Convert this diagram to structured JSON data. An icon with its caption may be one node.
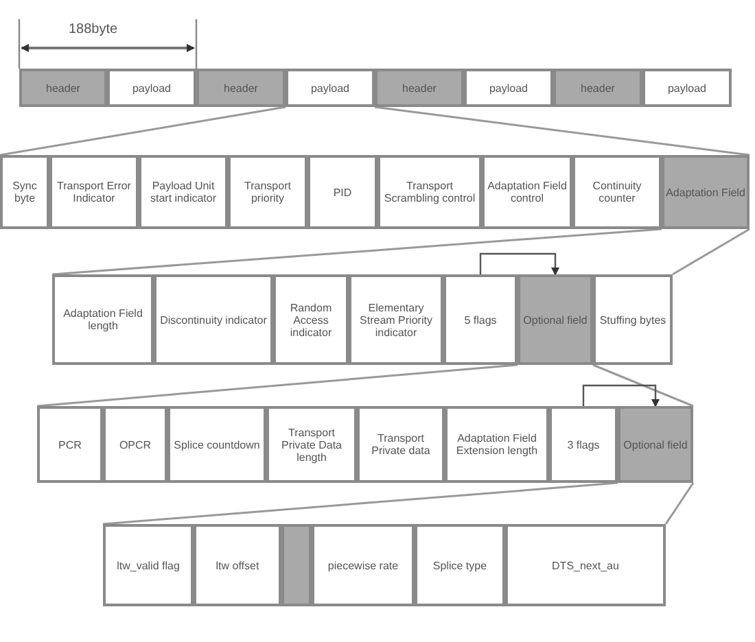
{
  "diagram": {
    "nodes": [
      {
        "text": [
          "header"
        ]
      },
      {
        "text": [
          "payload"
        ]
      },
      {
        "text": [
          "header"
        ]
      },
      {
        "text": [
          "payload"
        ]
      },
      {
        "text": [
          "header"
        ]
      },
      {
        "text": [
          "payload"
        ]
      },
      {
        "text": [
          "header"
        ]
      },
      {
        "text": [
          "payload"
        ]
      },
      {
        "text": [
          "Sync byte"
        ]
      },
      {
        "text": [
          "Transport Error Indicator"
        ]
      },
      {
        "text": [
          "Payload Unit start indicator"
        ]
      },
      {
        "text": [
          "Transport priority"
        ]
      },
      {
        "text": [
          "PID"
        ]
      },
      {
        "text": [
          "Transport Scrambling control"
        ]
      },
      {
        "text": [
          "Adaptation Field control"
        ]
      },
      {
        "text": [
          "Continuity counter"
        ]
      },
      {
        "text": [
          "Adaptation Field"
        ]
      },
      {
        "text": [
          "Adaptation Field length"
        ]
      },
      {
        "text": [
          "Discontinuity indicator"
        ]
      },
      {
        "text": [
          "Random Access indicator"
        ]
      },
      {
        "text": [
          "Elementary Stream Priority indicator"
        ]
      },
      {
        "text": [
          "5 flags"
        ]
      },
      {
        "text": [
          "Optional field"
        ]
      },
      {
        "text": [
          "Stuffing bytes"
        ]
      },
      {
        "text": [
          "PCR"
        ]
      },
      {
        "text": [
          "OPCR"
        ]
      },
      {
        "text": [
          "Splice countdown"
        ]
      },
      {
        "text": [
          "Transport Private Data length"
        ]
      },
      {
        "text": [
          "Transport Private data"
        ]
      },
      {
        "text": [
          "Adaptation Field Extension length"
        ]
      },
      {
        "text": [
          "3 flags"
        ]
      },
      {
        "text": [
          "Optional field"
        ]
      },
      {
        "text": [
          "ltw_valid flag"
        ]
      },
      {
        "text": [
          "ltw offset"
        ]
      },
      {
        "text": [],
        "shape": "bar"
      },
      {
        "text": [
          "piecewise rate"
        ]
      },
      {
        "text": [
          "Splice type"
        ]
      },
      {
        "text": [
          "DTS_next_au"
        ]
      }
    ],
    "edges": [
      {
        "from": 3,
        "to": 8,
        "arrow": "none"
      },
      {
        "from": 3,
        "to": 16,
        "arrow": "none"
      },
      {
        "from": 16,
        "to": 17,
        "arrow": "none"
      },
      {
        "from": 16,
        "to": 23,
        "arrow": "none"
      },
      {
        "from": 21,
        "to": 22,
        "arrow": "to"
      },
      {
        "from": 22,
        "to": 24,
        "arrow": "none"
      },
      {
        "from": 22,
        "to": 31,
        "arrow": "none"
      },
      {
        "from": 31,
        "to": 32,
        "arrow": "none"
      },
      {
        "from": 31,
        "to": 37,
        "arrow": "none"
      },
      {
        "from": 30,
        "to": 31,
        "arrow": "to"
      }
    ],
    "labels": [
      "188byte"
    ]
  }
}
